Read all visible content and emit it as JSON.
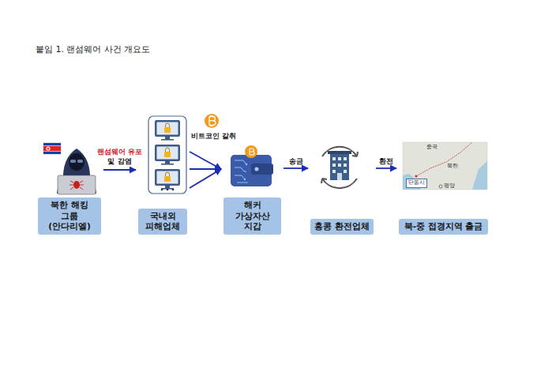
{
  "diagram": {
    "title": "붙임 1. 랜섬웨어 사건 개요도",
    "nodes": [
      {
        "text": [
          "북한 해킹 그룹 (안다리엘)"
        ]
      },
      {
        "text": [
          "국내외 피해업체"
        ]
      },
      {
        "text": [
          "해커 가상자산 지갑"
        ]
      },
      {
        "text": [
          "홍콩 환전업체"
        ]
      },
      {
        "text": [
          "북-중 접경지역 출금"
        ]
      }
    ],
    "edges": [
      {
        "from": 0,
        "to": 1,
        "arrow": "to",
        "label": "랜섬웨어 유포 및 감염"
      },
      {
        "from": 1,
        "to": 2,
        "arrow": "to",
        "label": "비트코인 갈취"
      },
      {
        "from": 2,
        "to": 3,
        "arrow": "to",
        "label": "송금"
      },
      {
        "from": 3,
        "to": 4,
        "arrow": "to",
        "label": "환전"
      }
    ],
    "labels": [
      "중국",
      "북한",
      "단동시",
      "평양"
    ]
  }
}
